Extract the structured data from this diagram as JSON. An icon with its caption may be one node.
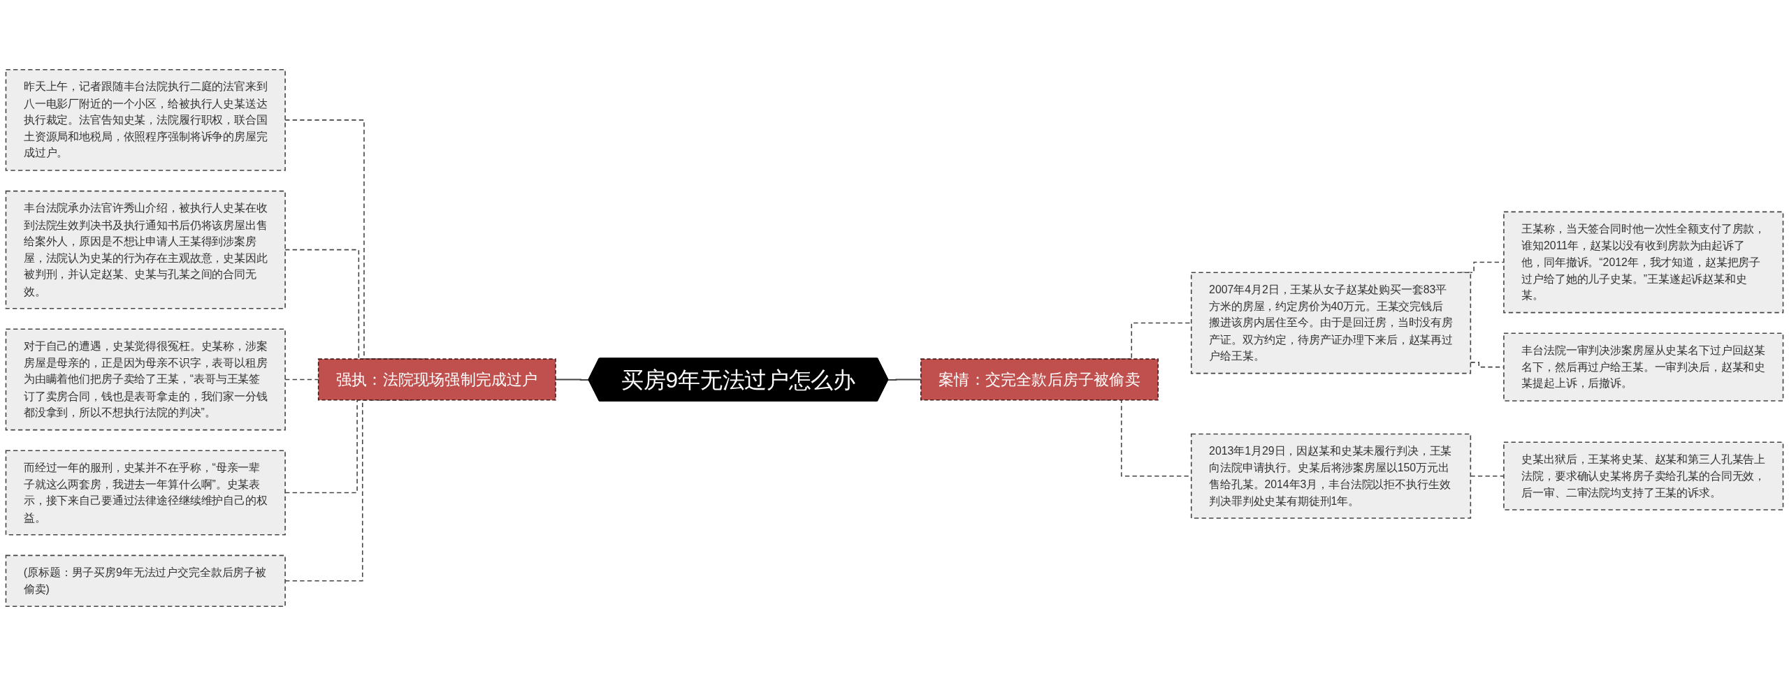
{
  "diagram": {
    "nodes": [
      {
        "text": [
          "买房9年无法过户怎么办"
        ]
      },
      {
        "text": [
          "强执：法院现场强制完成过户"
        ]
      },
      {
        "text": [
          "昨天上午，记者跟随丰台法院执行二庭的法官来到八一电影厂附近的一个小区，给被执行人史某送达执行裁定。法官告知史某，法院履行职权，联合国土资源局和地税局，依照程序强制将诉争的房屋完成过户。"
        ]
      },
      {
        "text": [
          "丰台法院承办法官许秀山介绍，被执行人史某在收到法院生效判决书及执行通知书后仍将该房屋出售给案外人，原因是不想让申请人王某得到涉案房屋，法院认为史某的行为存在主观故意，史某因此被判刑，并认定赵某、史某与孔某之间的合同无效。"
        ]
      },
      {
        "text": [
          "对于自己的遭遇，史某觉得很冤枉。史某称，涉案房屋是母亲的，正是因为母亲不识字，表哥以租房为由瞒着他们把房子卖给了王某，“表哥与王某签订了卖房合同，钱也是表哥拿走的，我们家一分钱都没拿到，所以不想执行法院的判决”。"
        ]
      },
      {
        "text": [
          "而经过一年的服刑，史某并不在乎称，“母亲一辈子就这么两套房，我进去一年算什么啊”。史某表示，接下来自己要通过法律途径继续维护自己的权益。"
        ]
      },
      {
        "text": [
          "(原标题：男子买房9年无法过户交完全款后房子被偷卖)"
        ]
      },
      {
        "text": [
          "案情：交完全款后房子被偷卖"
        ]
      },
      {
        "text": [
          "2007年4月2日，王某从女子赵某处购买一套83平方米的房屋，约定房价为40万元。王某交完钱后搬进该房内居住至今。由于是回迁房，当时没有房产证。双方约定，待房产证办理下来后，赵某再过户给王某。"
        ]
      },
      {
        "text": [
          "王某称，当天签合同时他一次性全额支付了房款，谁知2011年，赵某以没有收到房款为由起诉了他，同年撤诉。“2012年，我才知道，赵某把房子过户给了她的儿子史某。”王某遂起诉赵某和史某。"
        ]
      },
      {
        "text": [
          "丰台法院一审判决涉案房屋从史某名下过户回赵某名下，然后再过户给王某。一审判决后，赵某和史某提起上诉，后撤诉。"
        ]
      },
      {
        "text": [
          "2013年1月29日，因赵某和史某未履行判决，王某向法院申请执行。史某后将涉案房屋以150万元出售给孔某。2014年3月，丰台法院以拒不执行生效判决罪判处史某有期徒刑1年。"
        ]
      },
      {
        "text": [
          "史某出狱后，王某将史某、赵某和第三人孔某告上法院，要求确认史某将房子卖给孔某的合同无效，后一审、二审法院均支持了王某的诉求。"
        ]
      }
    ],
    "edges": [
      {
        "from": 1,
        "to": 0,
        "arrow": "none"
      },
      {
        "from": 0,
        "to": 7,
        "arrow": "none"
      },
      {
        "from": 2,
        "to": 1,
        "arrow": "none",
        "style": "dashed"
      },
      {
        "from": 3,
        "to": 1,
        "arrow": "none",
        "style": "dashed"
      },
      {
        "from": 4,
        "to": 1,
        "arrow": "none",
        "style": "dashed"
      },
      {
        "from": 5,
        "to": 1,
        "arrow": "none",
        "style": "dashed"
      },
      {
        "from": 6,
        "to": 1,
        "arrow": "none",
        "style": "dashed"
      },
      {
        "from": 7,
        "to": 8,
        "arrow": "none",
        "style": "dashed"
      },
      {
        "from": 7,
        "to": 11,
        "arrow": "none",
        "style": "dashed"
      },
      {
        "from": 8,
        "to": 9,
        "arrow": "none",
        "style": "dashed"
      },
      {
        "from": 8,
        "to": 10,
        "arrow": "none",
        "style": "dashed"
      },
      {
        "from": 11,
        "to": 12,
        "arrow": "none",
        "style": "dashed"
      }
    ]
  }
}
